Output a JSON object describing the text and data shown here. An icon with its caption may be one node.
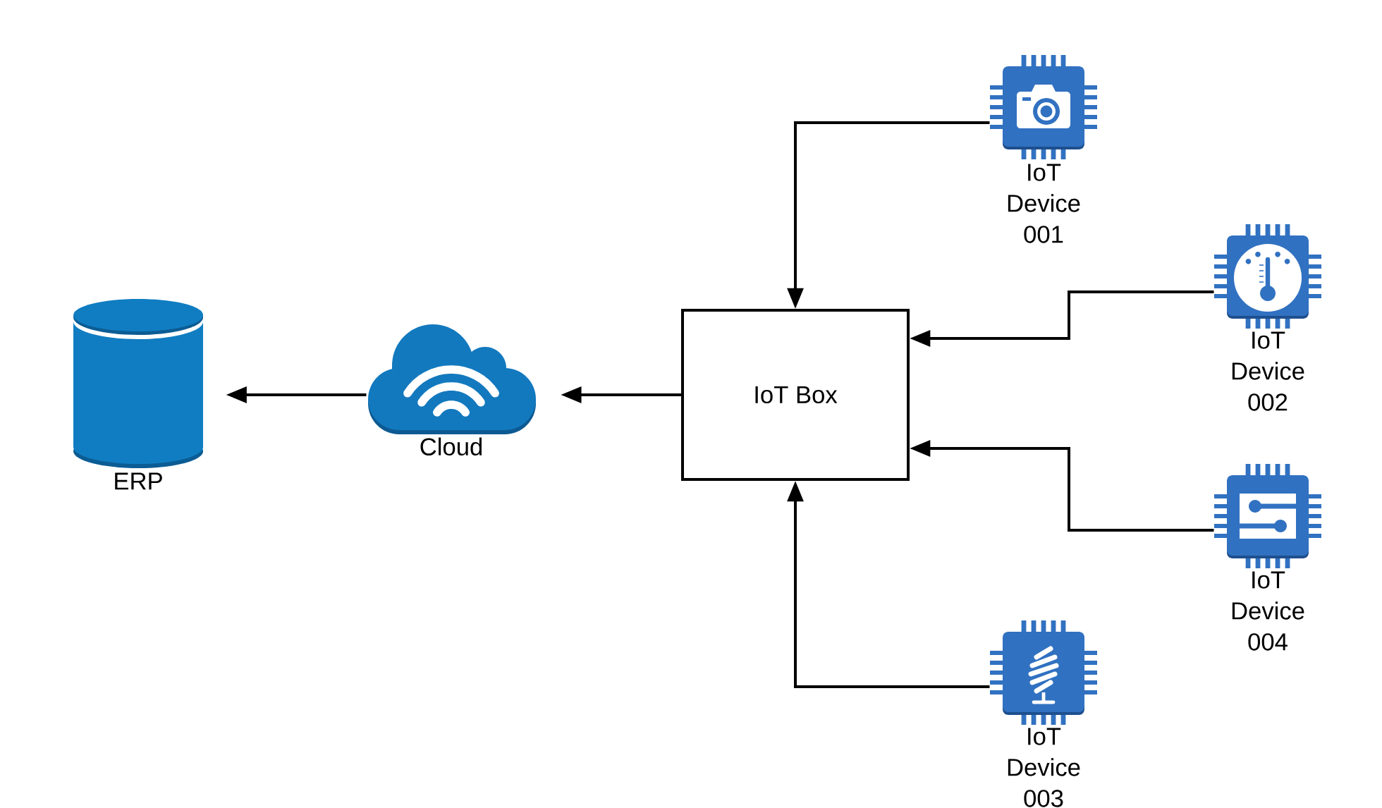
{
  "diagram": {
    "nodes": [
      {
        "text": [
          "ERP"
        ]
      },
      {
        "text": [
          "Cloud"
        ]
      },
      {
        "text": [
          "IoT Box"
        ]
      },
      {
        "text": [
          "IoT Device 001"
        ]
      },
      {
        "text": [
          "IoT Device 002"
        ]
      },
      {
        "text": [
          "IoT Device 004"
        ]
      },
      {
        "text": [
          "IoT Device 003"
        ]
      }
    ],
    "edges": [
      {
        "from": 2,
        "to": 1,
        "arrow": "to"
      },
      {
        "from": 1,
        "to": 0,
        "arrow": "to"
      },
      {
        "from": 3,
        "to": 2,
        "arrow": "to"
      },
      {
        "from": 4,
        "to": 2,
        "arrow": "to"
      },
      {
        "from": 5,
        "to": 2,
        "arrow": "to"
      },
      {
        "from": 6,
        "to": 2,
        "arrow": "to"
      }
    ]
  }
}
